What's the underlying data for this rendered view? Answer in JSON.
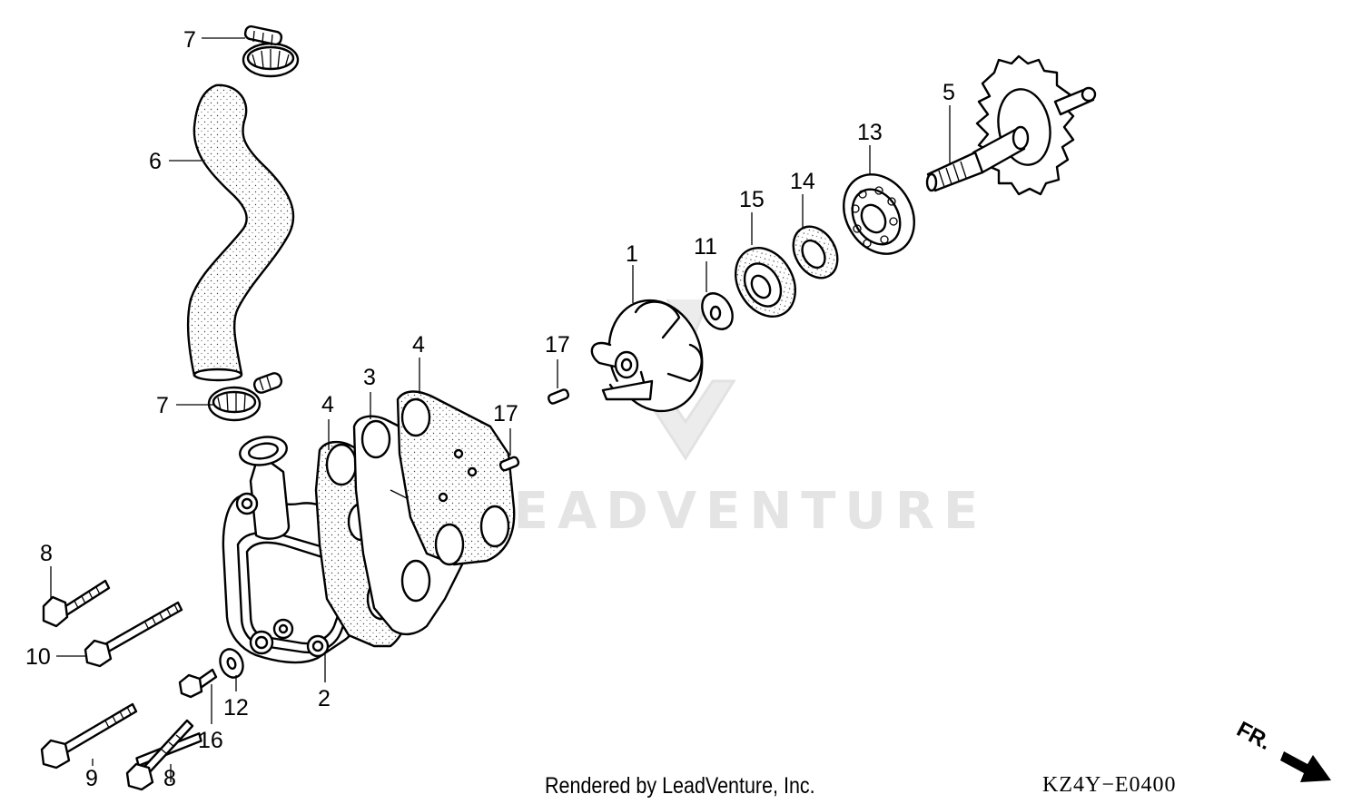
{
  "watermark": "LEADVENTURE",
  "footer": {
    "credit": "Rendered by LeadVenture, Inc.",
    "diagram_code": "KZ4Y−E0400"
  },
  "direction_label": "FR.",
  "callouts": {
    "impeller": "1",
    "pump_cover": "2",
    "gasket": "3",
    "gasket_a": "4",
    "gasket_b": "4",
    "shaft_gear": "5",
    "hose": "6",
    "clamp_top": "7",
    "clamp_bottom": "7",
    "bolt_8a": "8",
    "bolt_8b": "8",
    "bolt_9": "9",
    "bolt_10": "10",
    "washer_11": "11",
    "washer_12": "12",
    "bearing_13": "13",
    "seal_14": "14",
    "seal_15": "15",
    "drain_bolt_16": "16",
    "dowel_17a": "17",
    "dowel_17b": "17"
  }
}
